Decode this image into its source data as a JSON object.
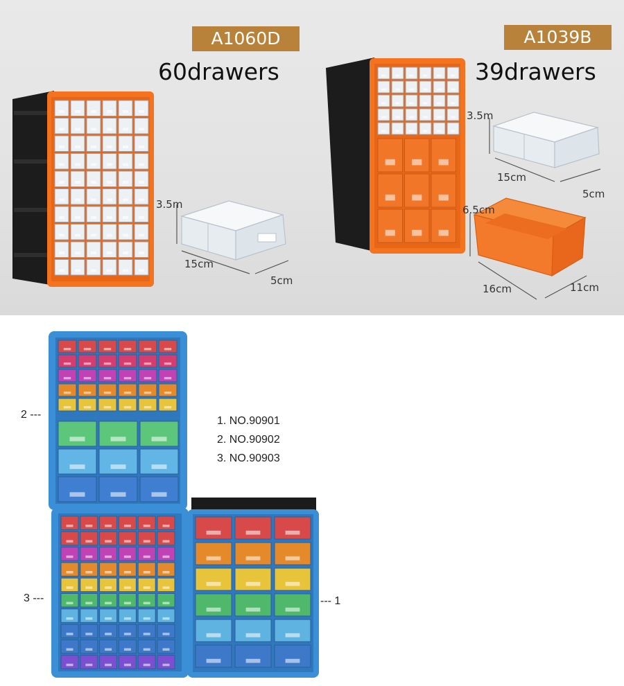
{
  "products": [
    {
      "model": "A1060D",
      "title": "60drawers",
      "drawer_dims": {
        "height": "3.5m",
        "length": "15cm",
        "width": "5cm"
      }
    },
    {
      "model": "A1039B",
      "title": "39drawers",
      "small_drawer_dims": {
        "height": "3.5m",
        "length": "15cm",
        "width": "5cm"
      },
      "bin_dims": {
        "height": "6.5cm",
        "length": "16cm",
        "width": "11cm"
      }
    }
  ],
  "stack": {
    "models": [
      "1. NO.90901",
      "2. NO.90902",
      "3. NO.90903"
    ],
    "callouts": {
      "one": "--- 1",
      "two": "2 ---",
      "three": "3 ---"
    }
  },
  "colors": {
    "badge": "#b8823a",
    "orange": "#f4731f",
    "black_body": "#1a1a1a",
    "blue_frame": "#3a8fd6"
  }
}
